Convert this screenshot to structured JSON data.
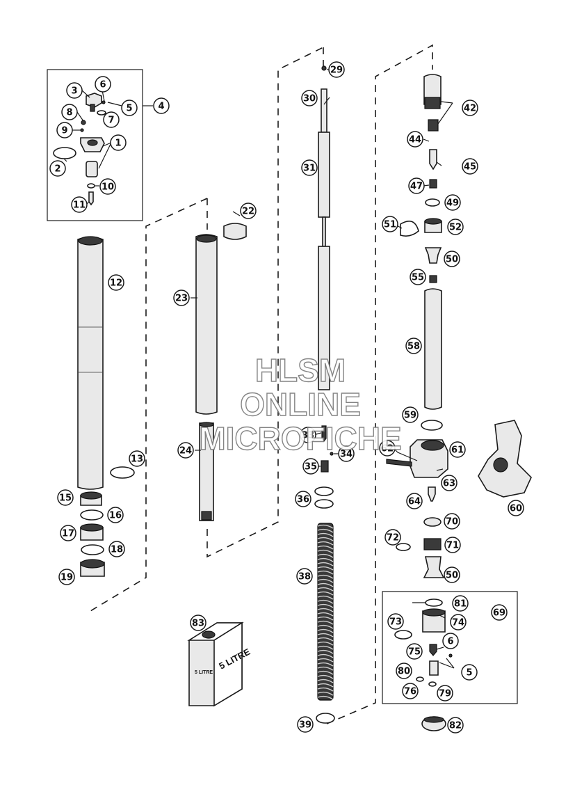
{
  "watermark": {
    "line1": "HLSM",
    "line2": "ONLINE",
    "line3": "MICROFICHE"
  },
  "oil_can": {
    "label": "5 LITRE",
    "label_side": "5 LITRE"
  },
  "callouts": [
    {
      "num": "1"
    },
    {
      "num": "2"
    },
    {
      "num": "3"
    },
    {
      "num": "4"
    },
    {
      "num": "5"
    },
    {
      "num": "6"
    },
    {
      "num": "7"
    },
    {
      "num": "8"
    },
    {
      "num": "9"
    },
    {
      "num": "10"
    },
    {
      "num": "11"
    },
    {
      "num": "12"
    },
    {
      "num": "13"
    },
    {
      "num": "15"
    },
    {
      "num": "16"
    },
    {
      "num": "17"
    },
    {
      "num": "18"
    },
    {
      "num": "19"
    },
    {
      "num": "22"
    },
    {
      "num": "23"
    },
    {
      "num": "24"
    },
    {
      "num": "29"
    },
    {
      "num": "30"
    },
    {
      "num": "31"
    },
    {
      "num": "33"
    },
    {
      "num": "34"
    },
    {
      "num": "35"
    },
    {
      "num": "36"
    },
    {
      "num": "38"
    },
    {
      "num": "39"
    },
    {
      "num": "42"
    },
    {
      "num": "44"
    },
    {
      "num": "45"
    },
    {
      "num": "47"
    },
    {
      "num": "49"
    },
    {
      "num": "51"
    },
    {
      "num": "52"
    },
    {
      "num": "50"
    },
    {
      "num": "55"
    },
    {
      "num": "58"
    },
    {
      "num": "59"
    },
    {
      "num": "61"
    },
    {
      "num": "62"
    },
    {
      "num": "63"
    },
    {
      "num": "64"
    },
    {
      "num": "60"
    },
    {
      "num": "70"
    },
    {
      "num": "72"
    },
    {
      "num": "71"
    },
    {
      "num": "50"
    },
    {
      "num": "81"
    },
    {
      "num": "69"
    },
    {
      "num": "73"
    },
    {
      "num": "74"
    },
    {
      "num": "6"
    },
    {
      "num": "75"
    },
    {
      "num": "80"
    },
    {
      "num": "5"
    },
    {
      "num": "76"
    },
    {
      "num": "79"
    },
    {
      "num": "82"
    },
    {
      "num": "83"
    }
  ]
}
